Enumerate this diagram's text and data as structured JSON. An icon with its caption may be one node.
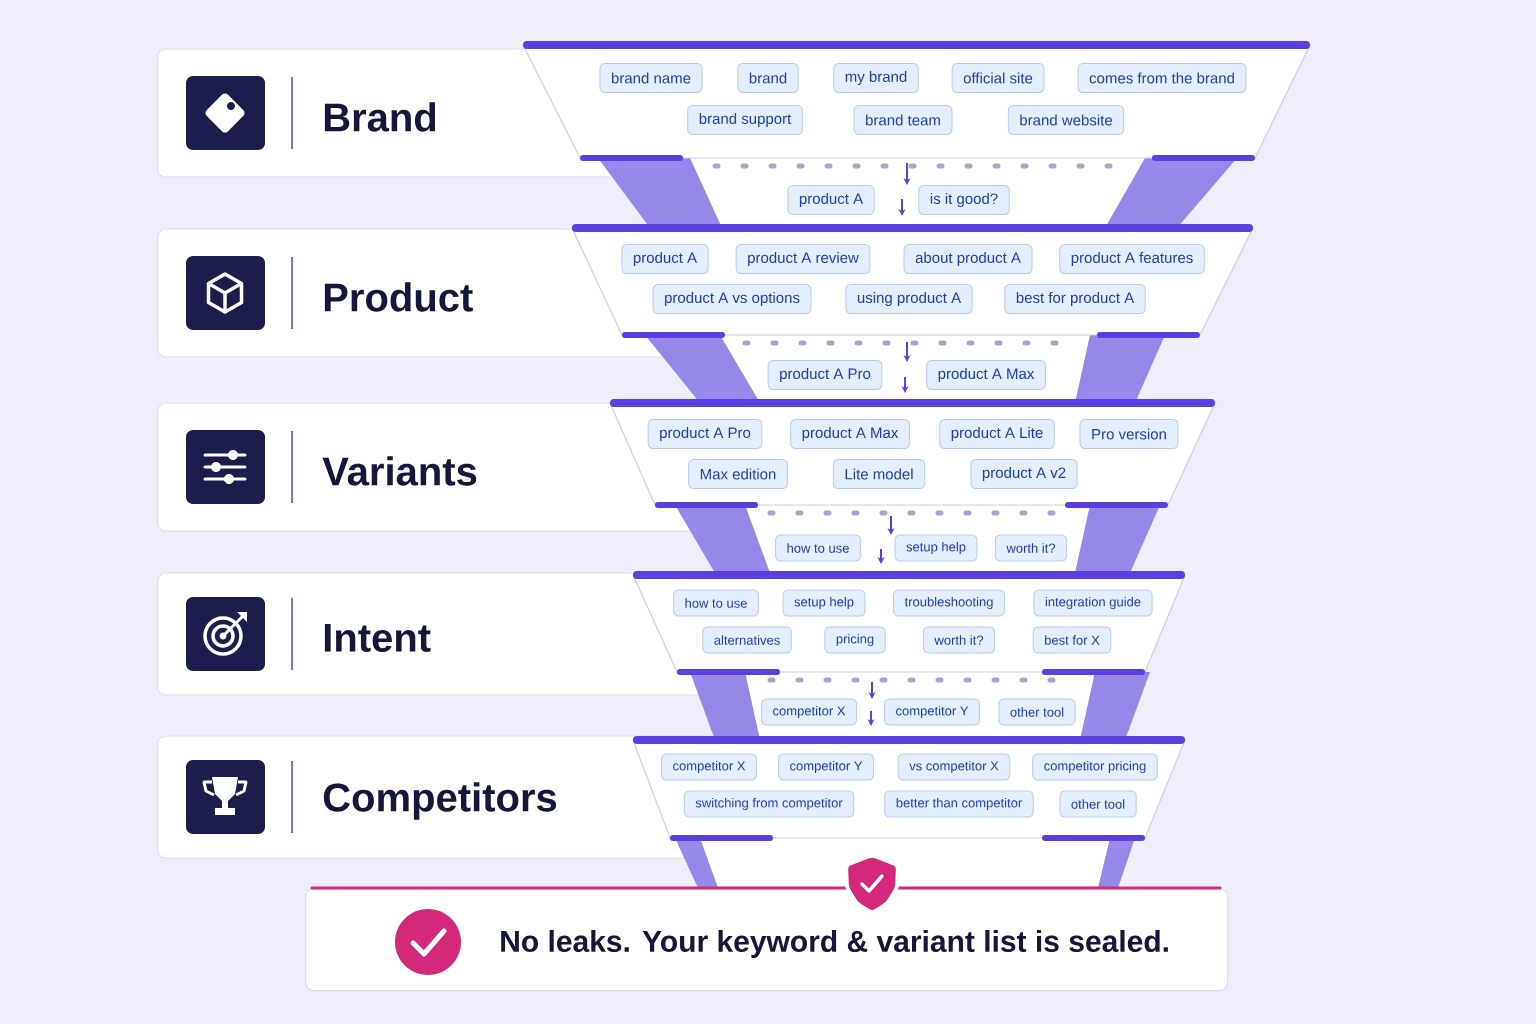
{
  "diagram": {
    "nodes": [
      {
        "text": [
          "Brand"
        ]
      },
      {
        "text": [],
        "shape": "trapezoid"
      },
      {
        "text": [
          "brand name"
        ],
        "in": 1
      },
      {
        "text": [
          "brand"
        ],
        "in": 1
      },
      {
        "text": [
          "my brand"
        ],
        "in": 1
      },
      {
        "text": [
          "official site"
        ],
        "in": 1
      },
      {
        "text": [
          "comes from the brand"
        ],
        "in": 1
      },
      {
        "text": [
          "brand support"
        ],
        "in": 1
      },
      {
        "text": [
          "brand team"
        ],
        "in": 1
      },
      {
        "text": [
          "brand website"
        ],
        "in": 1
      },
      {
        "text": [
          "product A"
        ]
      },
      {
        "text": [
          "is it good?"
        ]
      },
      {
        "text": [
          "Product"
        ]
      },
      {
        "text": [],
        "shape": "trapezoid"
      },
      {
        "text": [
          "product A"
        ],
        "in": 13
      },
      {
        "text": [
          "product A review"
        ],
        "in": 13
      },
      {
        "text": [
          "about product A"
        ],
        "in": 13
      },
      {
        "text": [
          "product A features"
        ],
        "in": 13
      },
      {
        "text": [
          "product A vs options"
        ],
        "in": 13
      },
      {
        "text": [
          "using product A"
        ],
        "in": 13
      },
      {
        "text": [
          "best for product A"
        ],
        "in": 13
      },
      {
        "text": [
          "product A Pro"
        ]
      },
      {
        "text": [
          "product A Max"
        ]
      },
      {
        "text": [
          "Variants"
        ]
      },
      {
        "text": [],
        "shape": "trapezoid"
      },
      {
        "text": [
          "product A Pro"
        ],
        "in": 24
      },
      {
        "text": [
          "product A Max"
        ],
        "in": 24
      },
      {
        "text": [
          "product A Lite"
        ],
        "in": 24
      },
      {
        "text": [
          "Pro version"
        ],
        "in": 24
      },
      {
        "text": [
          "Max edition"
        ],
        "in": 24
      },
      {
        "text": [
          "Lite model"
        ],
        "in": 24
      },
      {
        "text": [
          "product A v2"
        ],
        "in": 24
      },
      {
        "text": [
          "how to use"
        ]
      },
      {
        "text": [
          "setup help"
        ]
      },
      {
        "text": [
          "worth it?"
        ]
      },
      {
        "text": [
          "Intent"
        ]
      },
      {
        "text": [],
        "shape": "trapezoid"
      },
      {
        "text": [
          "how to use"
        ],
        "in": 36
      },
      {
        "text": [
          "setup help"
        ],
        "in": 36
      },
      {
        "text": [
          "troubleshooting"
        ],
        "in": 36
      },
      {
        "text": [
          "integration guide"
        ],
        "in": 36
      },
      {
        "text": [
          "alternatives"
        ],
        "in": 36
      },
      {
        "text": [
          "pricing"
        ],
        "in": 36
      },
      {
        "text": [
          "worth it?"
        ],
        "in": 36
      },
      {
        "text": [
          "best for X"
        ],
        "in": 36
      },
      {
        "text": [
          "competitor X"
        ]
      },
      {
        "text": [
          "competitor Y"
        ]
      },
      {
        "text": [
          "other tool"
        ]
      },
      {
        "text": [
          "Competitors"
        ]
      },
      {
        "text": [],
        "shape": "trapezoid"
      },
      {
        "text": [
          "competitor X"
        ],
        "in": 49
      },
      {
        "text": [
          "competitor Y"
        ],
        "in": 49
      },
      {
        "text": [
          "vs competitor X"
        ],
        "in": 49
      },
      {
        "text": [
          "competitor pricing"
        ],
        "in": 49
      },
      {
        "text": [
          "switching from competitor"
        ],
        "in": 49
      },
      {
        "text": [
          "better than competitor"
        ],
        "in": 49
      },
      {
        "text": [
          "other tool"
        ],
        "in": 49
      },
      {
        "text": [
          "No leaks. Your keyword & variant list is sealed."
        ]
      }
    ]
  }
}
